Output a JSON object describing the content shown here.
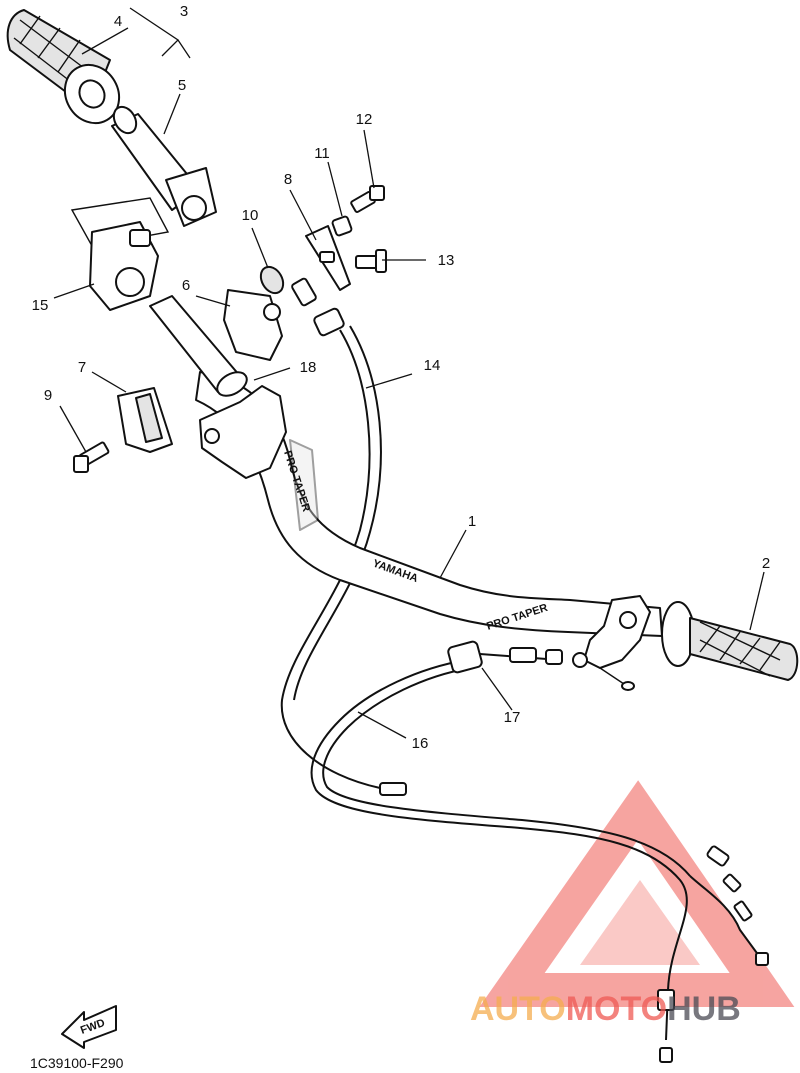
{
  "callouts": [
    "1",
    "2",
    "3",
    "4",
    "5",
    "6",
    "7",
    "8",
    "9",
    "10",
    "11",
    "12",
    "13",
    "14",
    "15",
    "16",
    "17",
    "18"
  ],
  "handlebar_text": {
    "brand": "YAMAHA",
    "maker_right": "PRO TAPER",
    "maker_left": "PRO TAPER"
  },
  "direction_label": "FWD",
  "reference_code": "1C39100-F290",
  "watermark": {
    "part1": "AUTO",
    "part2": "MOTO",
    "part3": "HUB",
    "colors": [
      "#f5ad4f",
      "#ef5a54",
      "#4b4b55"
    ]
  }
}
